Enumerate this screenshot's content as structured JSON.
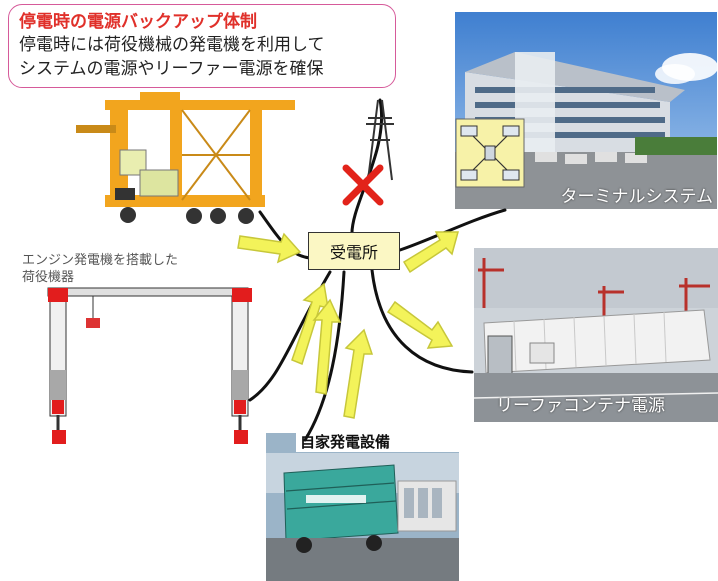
{
  "note": {
    "title": "停電時の電源バックアップ体制",
    "line1": "停電時には荷役機械の発電機を利用して",
    "line2": "システムの電源やリーファー電源を確保"
  },
  "substation": {
    "label": "受電所"
  },
  "terminal": {
    "caption": "ターミナルシステム"
  },
  "reefer": {
    "caption": "リーファコンテナ電源"
  },
  "generator": {
    "title": "自家発電設備"
  },
  "crane_caption": {
    "line1": "エンジン発電機を搭載した",
    "line2": "荷役機器"
  },
  "colors": {
    "arrow_fill": "#f3f35a",
    "arrow_stroke": "#c7c73a",
    "cross": "#e2231a",
    "note_border": "#d65a9a"
  },
  "icons": [
    "power-tower-icon",
    "cross-icon",
    "network-icon",
    "arrow-icon"
  ]
}
